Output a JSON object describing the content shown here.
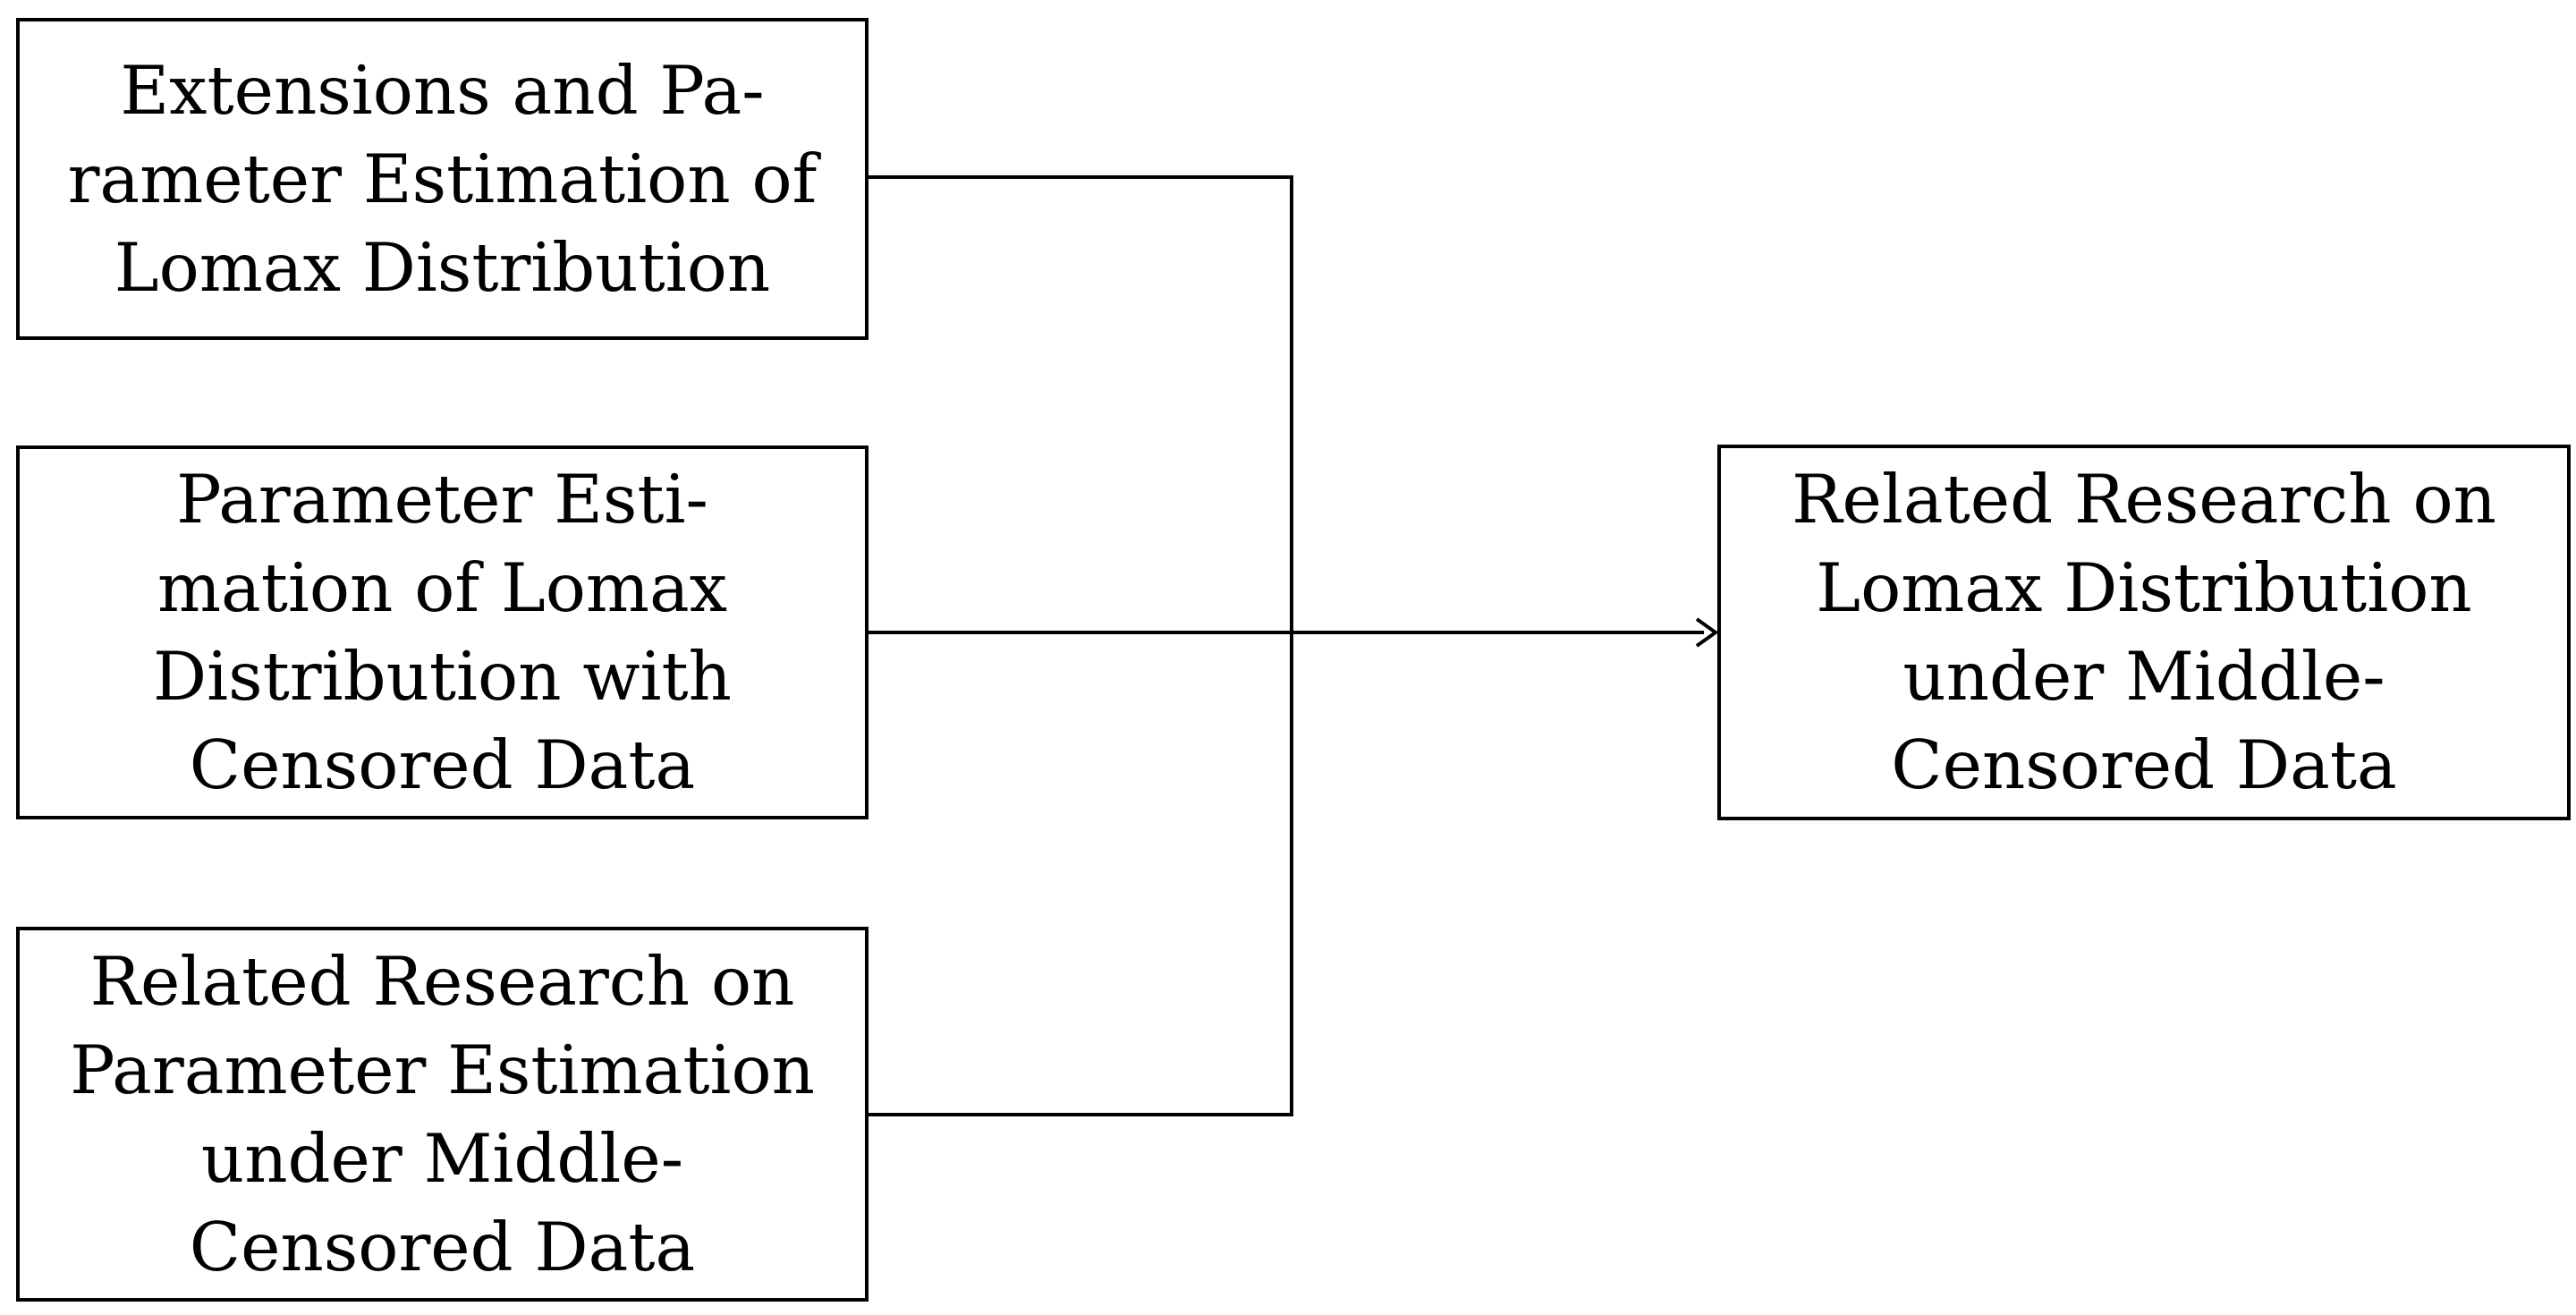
{
  "diagram": {
    "sources": [
      {
        "id": "extensions-parameter-estimation",
        "lines": [
          "Extensions and Pa-",
          "rameter Estimation of",
          "Lomax Distribution"
        ]
      },
      {
        "id": "parameter-estimation-censored",
        "lines": [
          "Parameter Esti-",
          "mation of Lomax",
          "Distribution with",
          "Censored Data"
        ]
      },
      {
        "id": "research-middle-censored",
        "lines": [
          "Related Research on",
          "Parameter Estimation",
          "under Middle-",
          "Censored Data"
        ]
      }
    ],
    "target": {
      "id": "lomax-middle-censored",
      "lines": [
        "Related Research on",
        "Lomax Distribution",
        "under Middle-",
        "Censored Data"
      ]
    },
    "colors": {
      "stroke": "#000000",
      "background": "#ffffff"
    }
  }
}
